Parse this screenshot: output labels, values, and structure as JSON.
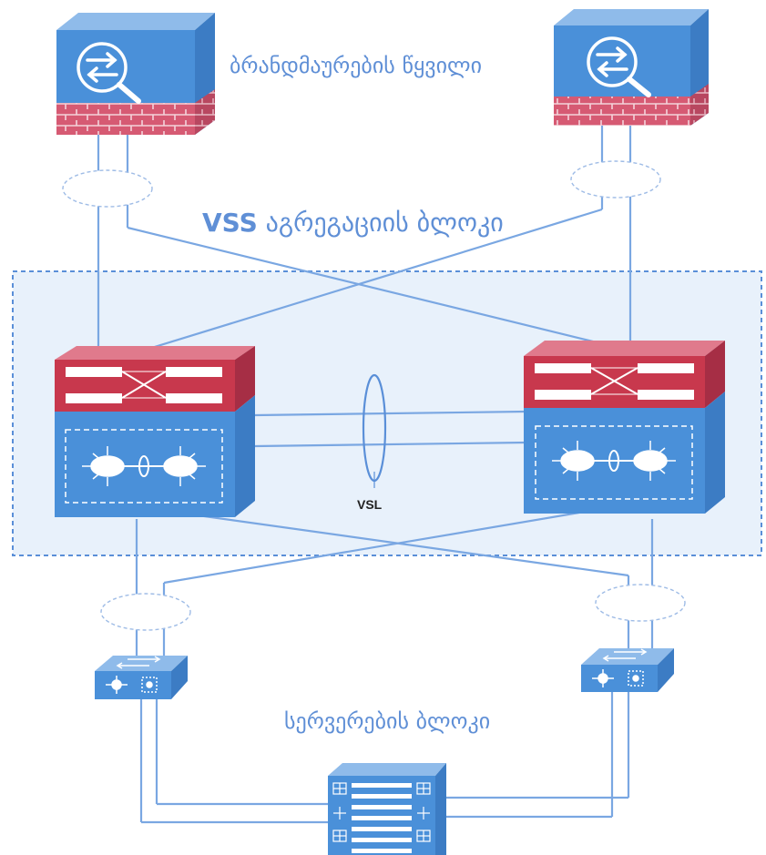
{
  "labels": {
    "firewall_pair": "ბრანდმაურების წყვილი",
    "vss_prefix": "VSS",
    "vss_suffix": "აგრეგაციის ბლოკი",
    "vsl": "VSL",
    "server_block": "სერვერების ბლოკი"
  },
  "colors": {
    "device_blue": "#4a90d9",
    "device_red": "#c8384d",
    "firewall_brick": "#d65a73",
    "link_line": "#7aa7e2",
    "label_text": "#5f8fd6",
    "block_background": "#e8f1fb",
    "block_border": "#5a8fd8"
  },
  "devices": {
    "firewalls": [
      "firewall-left",
      "firewall-right"
    ],
    "core_switches": [
      "vss-switch-left",
      "vss-switch-right"
    ],
    "access_switches": [
      "server-switch-left",
      "server-switch-right"
    ],
    "server": "server-rack",
    "firewall_icon": "magnifier-arrows-icon"
  }
}
